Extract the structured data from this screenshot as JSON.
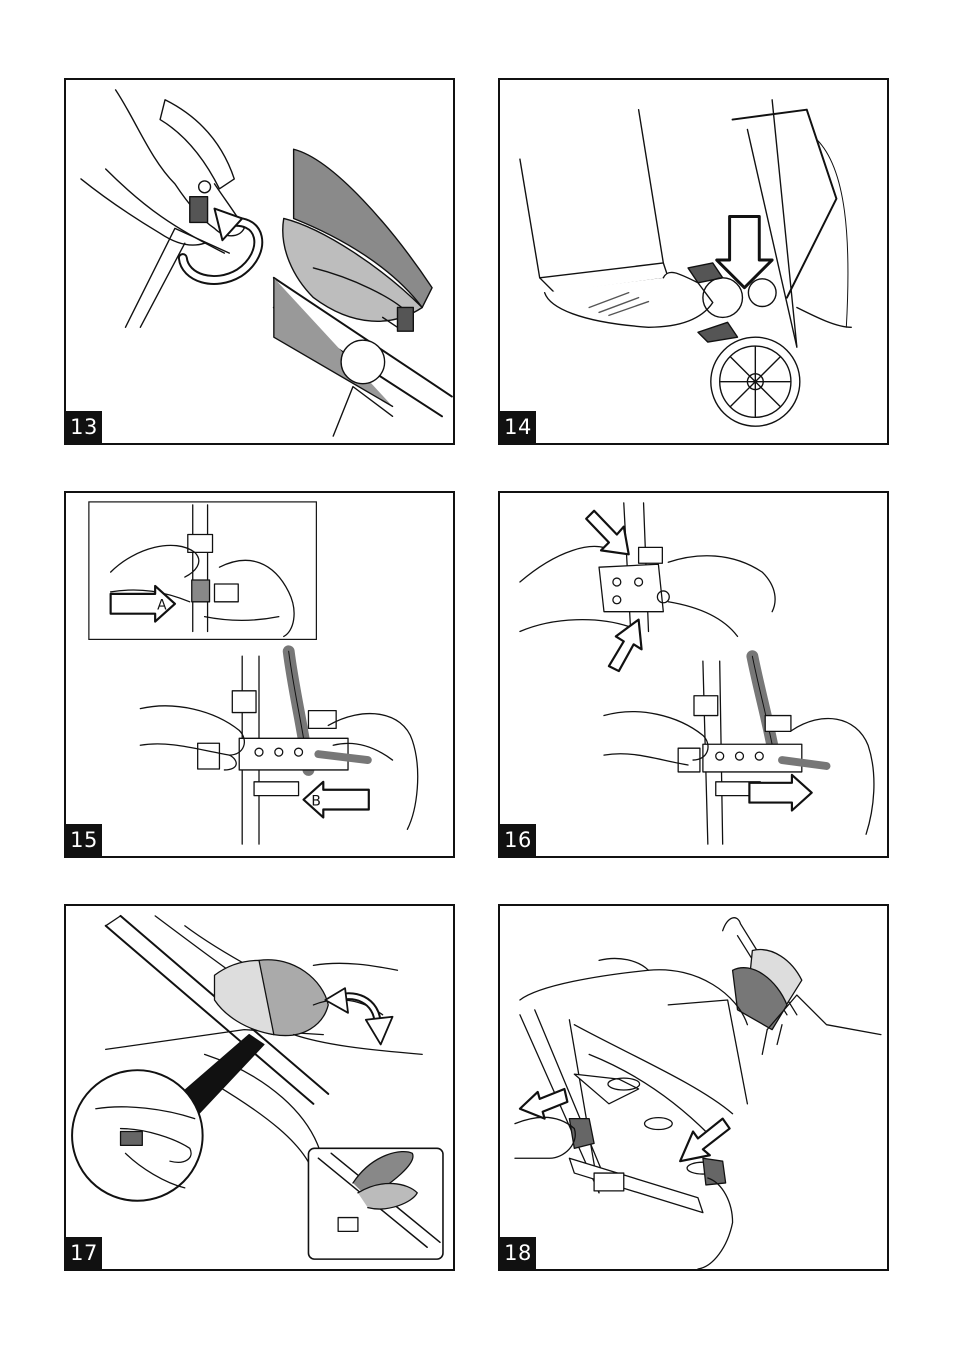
{
  "figures": [
    {
      "number": "13"
    },
    {
      "number": "14"
    },
    {
      "number": "15",
      "callouts": [
        "A",
        "B"
      ]
    },
    {
      "number": "16"
    },
    {
      "number": "17"
    },
    {
      "number": "18"
    }
  ]
}
